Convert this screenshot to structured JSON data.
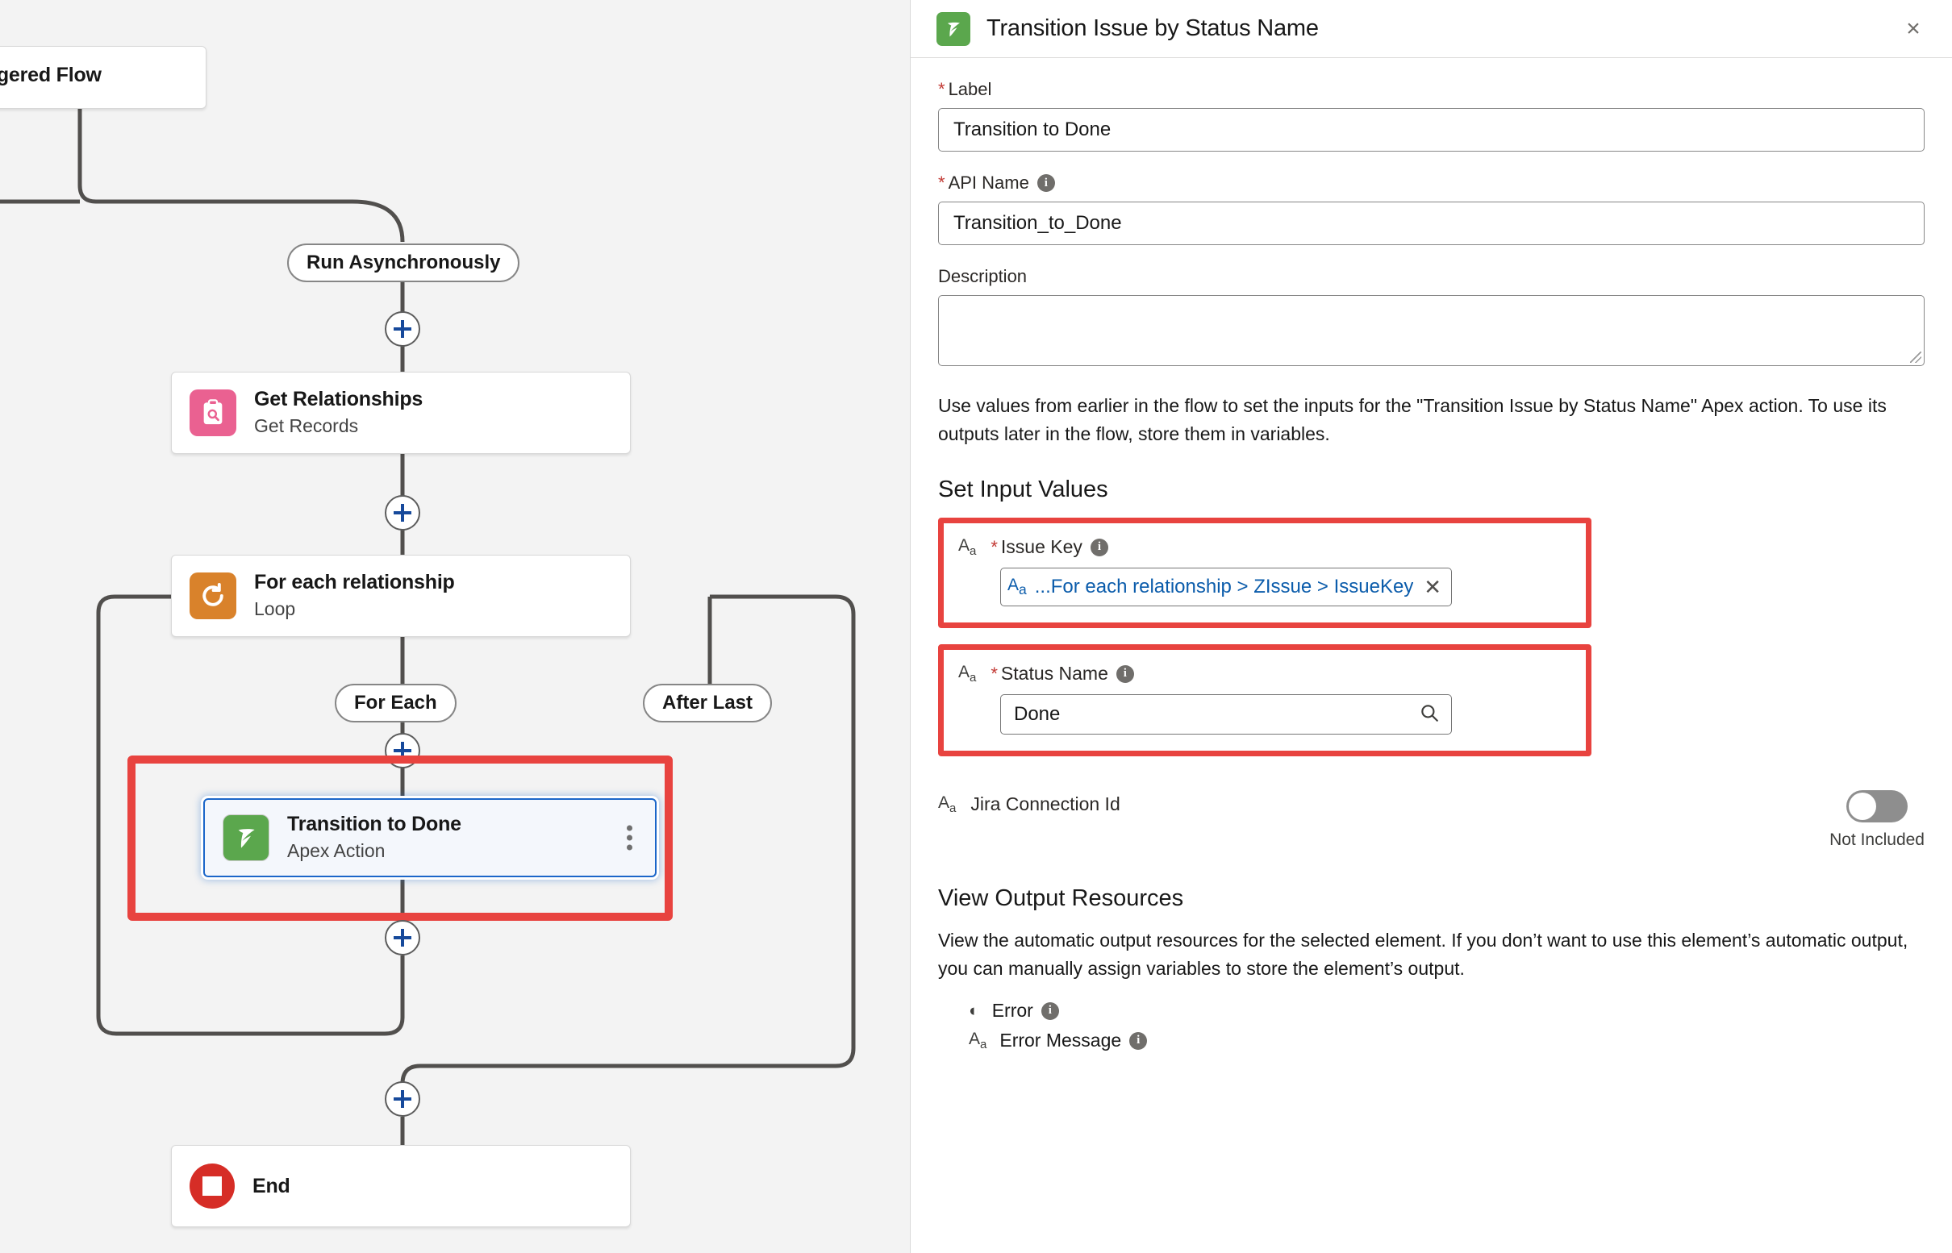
{
  "canvas": {
    "nodes": [
      {
        "title": "ord-Triggered Flow",
        "subtitle": "",
        "icon": "flow-trigger-icon"
      },
      {
        "title": "Get Relationships",
        "subtitle": "Get Records",
        "icon": "get-records-icon"
      },
      {
        "title": "For each relationship",
        "subtitle": "Loop",
        "icon": "loop-icon"
      },
      {
        "title": "Transition to Done",
        "subtitle": "Apex Action",
        "icon": "apex-action-icon"
      },
      {
        "title": "End",
        "subtitle": "",
        "icon": "end-icon"
      }
    ],
    "labels": {
      "run_async": "Run Asynchronously",
      "for_each": "For Each",
      "after_last": "After Last"
    },
    "colors": {
      "get_records": "#ea6191",
      "loop": "#d9822b",
      "apex": "#5ba74d",
      "end": "#d62d26",
      "selection": "#1b66c9",
      "highlight": "#e8433f",
      "background": "#f3f3f3"
    }
  },
  "panel": {
    "title": "Transition Issue by Status Name",
    "close_label": "×",
    "label_field": {
      "label": "Label",
      "value": "Transition to Done",
      "required": true
    },
    "api_name_field": {
      "label": "API Name",
      "value": "Transition_to_Done",
      "required": true,
      "info": "i"
    },
    "description_field": {
      "label": "Description",
      "value": "",
      "required": false
    },
    "intro_paragraph": "Use values from earlier in the flow to set the inputs for the \"Transition Issue by Status Name\" Apex action. To use its outputs later in the flow, store them in variables.",
    "set_inputs_title": "Set Input Values",
    "inputs": [
      {
        "type_icon": "Aa",
        "label": "Issue Key",
        "required": true,
        "info": "i",
        "value": "...For each relationship > ZIssue > IssueKey",
        "control": "token",
        "highlighted": true
      },
      {
        "type_icon": "Aa",
        "label": "Status Name",
        "required": true,
        "info": "i",
        "value": "Done",
        "control": "search",
        "highlighted": true
      }
    ],
    "connection_row": {
      "type_icon": "Aa",
      "label": "Jira Connection Id",
      "toggle_state": "off",
      "toggle_label": "Not Included"
    },
    "output_title": "View Output Resources",
    "output_paragraph": "View the automatic output resources for the selected element. If you don’t want to use this element’s automatic output, you can manually assign variables to store the element’s output.",
    "outputs": [
      {
        "icon": "boolean-icon",
        "glyph": "◐",
        "name": "Error",
        "info": "i"
      },
      {
        "icon": "text-icon",
        "glyph": "Aa",
        "name": "Error Message",
        "info": "i"
      }
    ]
  }
}
